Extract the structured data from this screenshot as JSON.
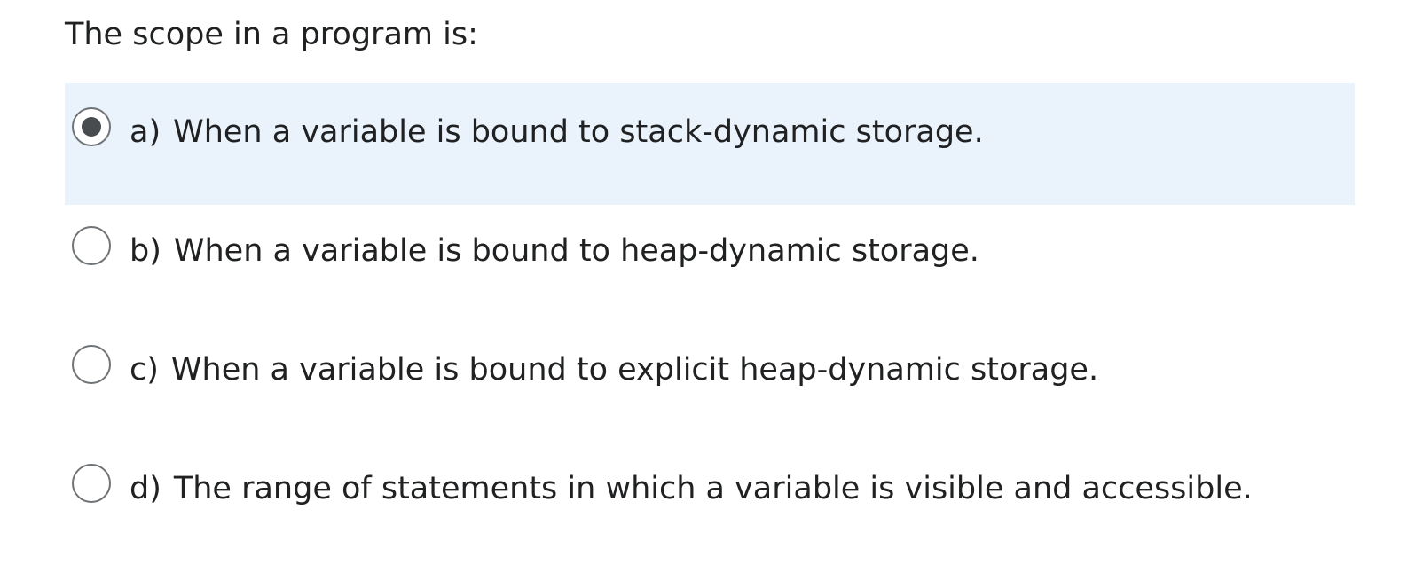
{
  "question": {
    "text": "The scope in a program is:"
  },
  "options": [
    {
      "letter": "a)",
      "text": "When a variable is bound to stack-dynamic storage.",
      "selected": true
    },
    {
      "letter": "b)",
      "text": "When a variable is bound to heap-dynamic storage.",
      "selected": false
    },
    {
      "letter": "c)",
      "text": "When a variable is bound to explicit heap-dynamic storage.",
      "selected": false
    },
    {
      "letter": "d)",
      "text": "The range of statements in which a variable is visible and accessible.",
      "selected": false
    }
  ],
  "colors": {
    "selected_background": "#eaf2fb",
    "radio_border": "#6f7376",
    "radio_dot": "#494c4e",
    "text": "#202122"
  }
}
